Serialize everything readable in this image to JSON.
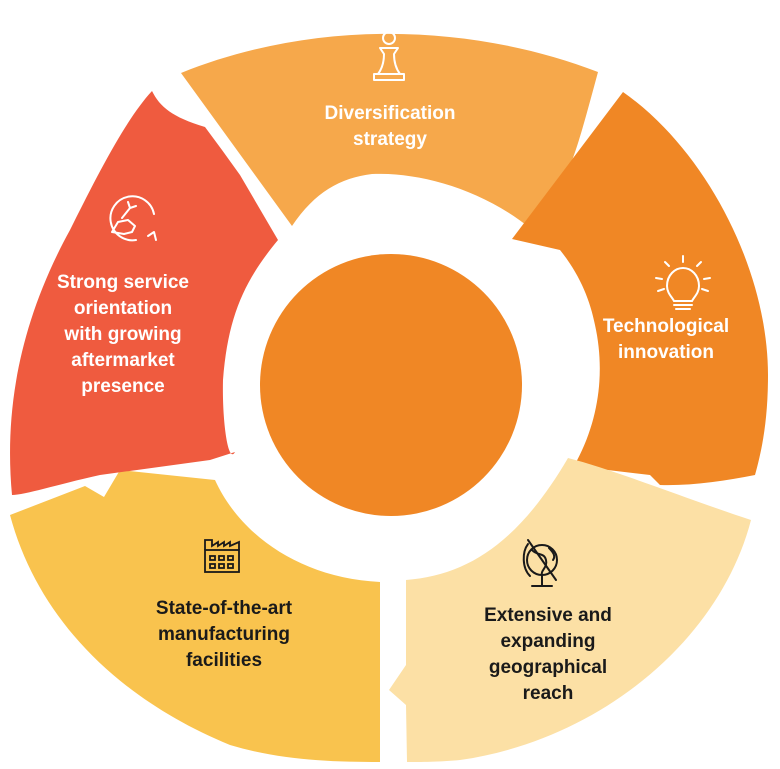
{
  "segments": [
    {
      "id": "diversification",
      "label": "Diversification\nstrategy",
      "color": "#F6A84B",
      "text_color": "#FFFFFF",
      "icon": "chess-pawn-icon"
    },
    {
      "id": "innovation",
      "label": "Technological\ninnovation",
      "color": "#F08725",
      "text_color": "#FFFFFF",
      "icon": "lightbulb-icon"
    },
    {
      "id": "reach",
      "label": "Extensive and\nexpanding\ngeographical\nreach",
      "color": "#FCE0A5",
      "text_color": "#1A1A1A",
      "icon": "globe-icon"
    },
    {
      "id": "manufacturing",
      "label": "State-of-the-art\nmanufacturing\nfacilities",
      "color": "#F9C34E",
      "text_color": "#1A1A1A",
      "icon": "factory-icon"
    },
    {
      "id": "service",
      "label": "Strong service\norientation\nwith growing\naftermarket\npresence",
      "color": "#EF5B3F",
      "text_color": "#FFFFFF",
      "icon": "service-hand-wrench-icon"
    }
  ],
  "center_color": "#F08725"
}
